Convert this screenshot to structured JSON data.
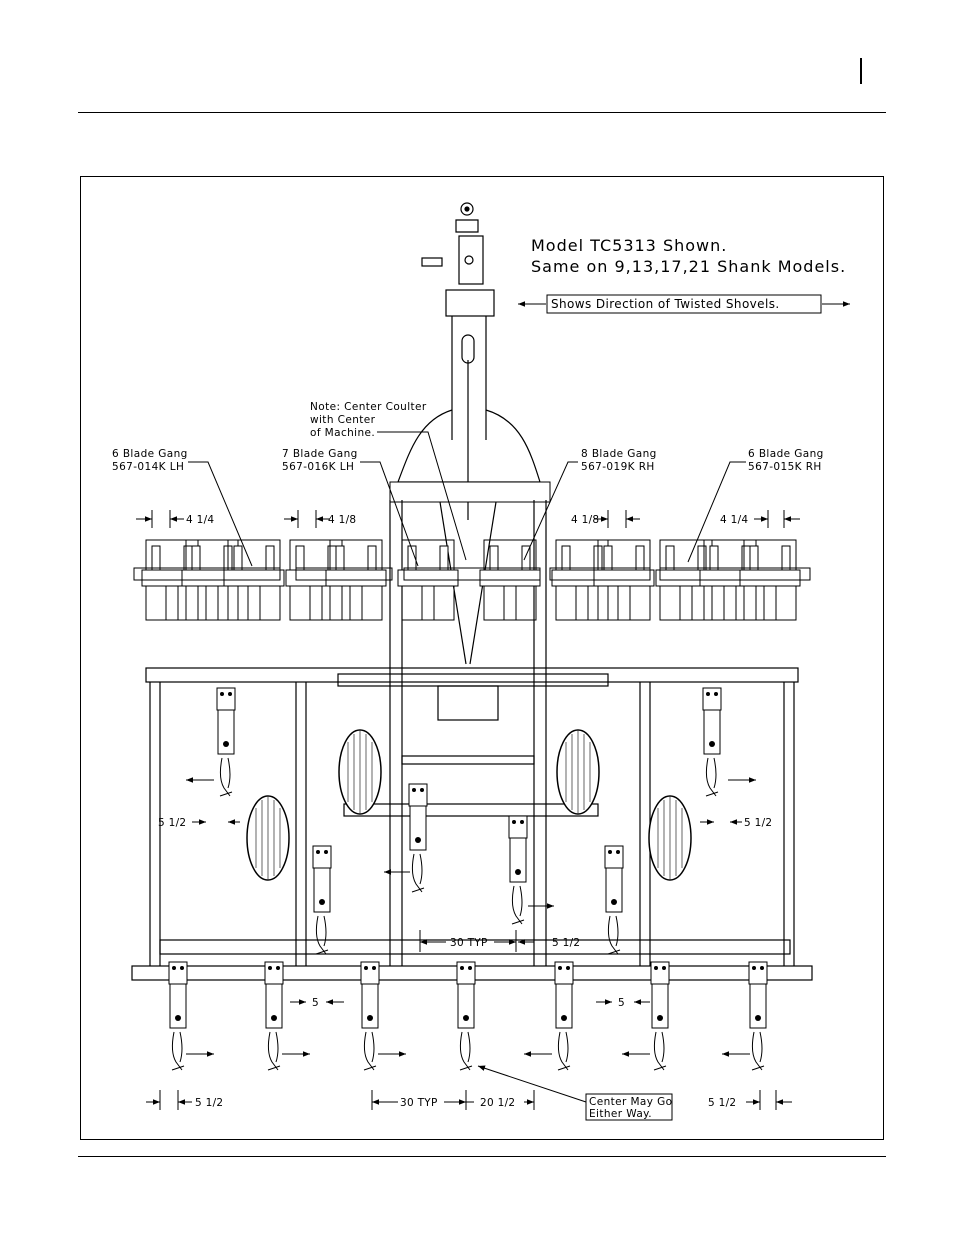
{
  "model_title_line1": "Model TC5313 Shown.",
  "model_title_line2": "Same on 9,13,17,21 Shank Models.",
  "direction_label": "Shows Direction of Twisted Shovels.",
  "note_center": [
    "Note: Center Coulter",
    "with Center",
    "of Machine."
  ],
  "gangs": [
    {
      "name": "6 Blade Gang",
      "part": "567-014K LH"
    },
    {
      "name": "7 Blade Gang",
      "part": "567-016K LH"
    },
    {
      "name": "8 Blade Gang",
      "part": "567-019K RH"
    },
    {
      "name": "6 Blade Gang",
      "part": "567-015K RH"
    }
  ],
  "dimensions": {
    "gang_left_outer": "4 1/4",
    "gang_left_inner": "4 1/8",
    "gang_right_inner": "4 1/8",
    "gang_right_outer": "4 1/4",
    "mid_left": "5 1/2",
    "mid_right": "5 1/2",
    "typ_mid": "30 TYP",
    "center_right": "5 1/2",
    "rear_left_small": "5",
    "rear_right_small": "5",
    "bottom_left": "5 1/2",
    "bottom_typ": "30 TYP",
    "bottom_center": "20 1/2",
    "bottom_right": "5 1/2"
  },
  "center_note": [
    "Center May Go",
    "Either Way."
  ]
}
